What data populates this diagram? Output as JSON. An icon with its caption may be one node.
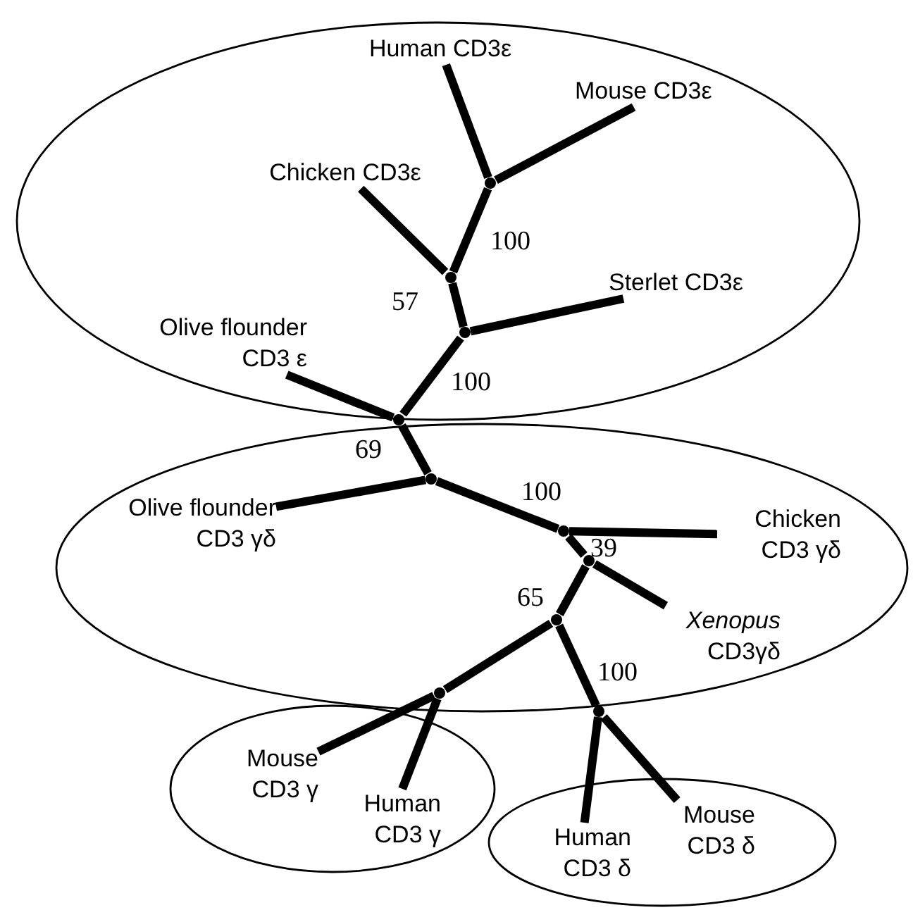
{
  "diagram": {
    "nodes": [
      {
        "text": [],
        "shape": "ellipse"
      },
      {
        "text": [
          "Human CD3ε"
        ],
        "in": 0
      },
      {
        "text": [
          "Mouse CD3ε"
        ],
        "in": 0
      },
      {
        "text": [
          "Chicken CD3ε"
        ],
        "in": 0
      },
      {
        "text": [
          "Sterlet CD3ε"
        ],
        "in": 0
      },
      {
        "text": [
          "Olive flounder CD3 ε"
        ],
        "in": 0
      },
      {
        "text": [],
        "shape": "point",
        "in": 0
      },
      {
        "text": [],
        "shape": "point",
        "in": 0
      },
      {
        "text": [],
        "shape": "point",
        "in": 0
      },
      {
        "text": [],
        "shape": "point"
      },
      {
        "text": [],
        "shape": "ellipse"
      },
      {
        "text": [
          "Olive flounder CD3 γδ"
        ],
        "in": 10
      },
      {
        "text": [
          "Chicken CD3 γδ"
        ],
        "in": 10
      },
      {
        "text": [
          "*Xenopus* CD3γδ"
        ],
        "in": 10
      },
      {
        "text": [],
        "shape": "point",
        "in": 10
      },
      {
        "text": [],
        "shape": "point",
        "in": 10
      },
      {
        "text": [],
        "shape": "point",
        "in": 10
      },
      {
        "text": [],
        "shape": "point",
        "in": 10
      },
      {
        "text": [],
        "shape": "point",
        "in": 10
      },
      {
        "text": [],
        "shape": "point"
      },
      {
        "text": [],
        "shape": "ellipse"
      },
      {
        "text": [
          "Mouse CD3 γ"
        ],
        "in": 20
      },
      {
        "text": [
          "Human CD3 γ"
        ],
        "in": 20
      },
      {
        "text": [],
        "shape": "ellipse"
      },
      {
        "text": [
          "Human CD3 δ"
        ],
        "in": 23
      },
      {
        "text": [
          "Mouse CD3 δ"
        ],
        "in": 23
      }
    ],
    "edges": [
      {
        "from": 6,
        "to": 1,
        "arrow": "none"
      },
      {
        "from": 6,
        "to": 2,
        "arrow": "none"
      },
      {
        "from": 7,
        "to": 3,
        "arrow": "none"
      },
      {
        "from": 7,
        "to": 6,
        "arrow": "none"
      },
      {
        "from": 8,
        "to": 4,
        "arrow": "none"
      },
      {
        "from": 8,
        "to": 7,
        "arrow": "none"
      },
      {
        "from": 9,
        "to": 5,
        "arrow": "none"
      },
      {
        "from": 9,
        "to": 8,
        "arrow": "none"
      },
      {
        "from": 9,
        "to": 14,
        "arrow": "none"
      },
      {
        "from": 14,
        "to": 11,
        "arrow": "none"
      },
      {
        "from": 14,
        "to": 15,
        "arrow": "none"
      },
      {
        "from": 15,
        "to": 12,
        "arrow": "none"
      },
      {
        "from": 15,
        "to": 16,
        "arrow": "none"
      },
      {
        "from": 16,
        "to": 13,
        "arrow": "none"
      },
      {
        "from": 16,
        "to": 17,
        "arrow": "none"
      },
      {
        "from": 17,
        "to": 18,
        "arrow": "none"
      },
      {
        "from": 17,
        "to": 19,
        "arrow": "none"
      },
      {
        "from": 18,
        "to": 21,
        "arrow": "none"
      },
      {
        "from": 18,
        "to": 22,
        "arrow": "none"
      },
      {
        "from": 19,
        "to": 24,
        "arrow": "none"
      },
      {
        "from": 19,
        "to": 25,
        "arrow": "none"
      }
    ],
    "labels": [
      "100",
      "57",
      "100",
      "69",
      "100",
      "39",
      "65",
      "100"
    ]
  }
}
